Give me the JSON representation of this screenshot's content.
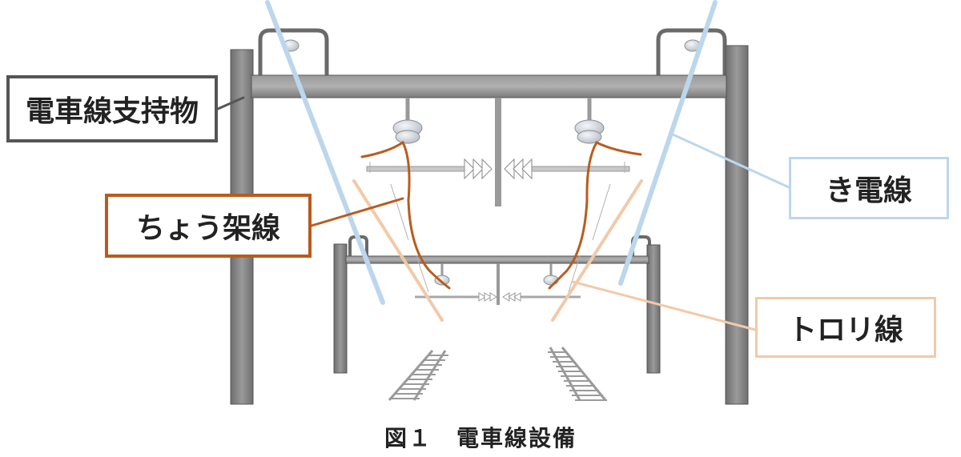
{
  "labels": {
    "support": "電車線支持物",
    "feeder": "き電線",
    "messenger": "ちょう架線",
    "trolley": "トロリ線"
  },
  "caption": "図１　電車線設備",
  "colors": {
    "support": "#8c8c8c",
    "support_border": "#555555",
    "feeder": "#bcd7ec",
    "messenger": "#b85c1e",
    "trolley": "#f2c9a8",
    "insulator": "#d9dde3"
  }
}
